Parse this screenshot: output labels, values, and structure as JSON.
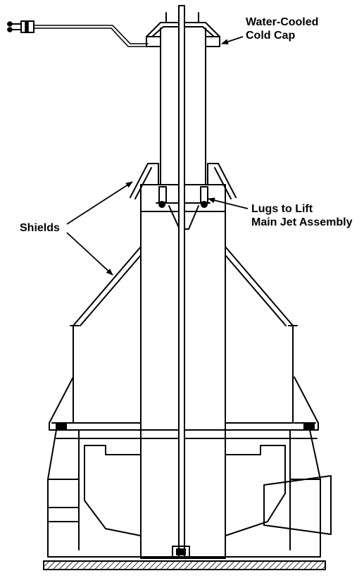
{
  "labels": {
    "cold_cap": {
      "line1": "Water-Cooled",
      "line2": "Cold Cap"
    },
    "lugs": {
      "line1": "Lugs to Lift",
      "line2": "Main Jet Assembly"
    },
    "shields": "Shields"
  },
  "colors": {
    "ink": "#000000",
    "paper": "#ffffff"
  }
}
